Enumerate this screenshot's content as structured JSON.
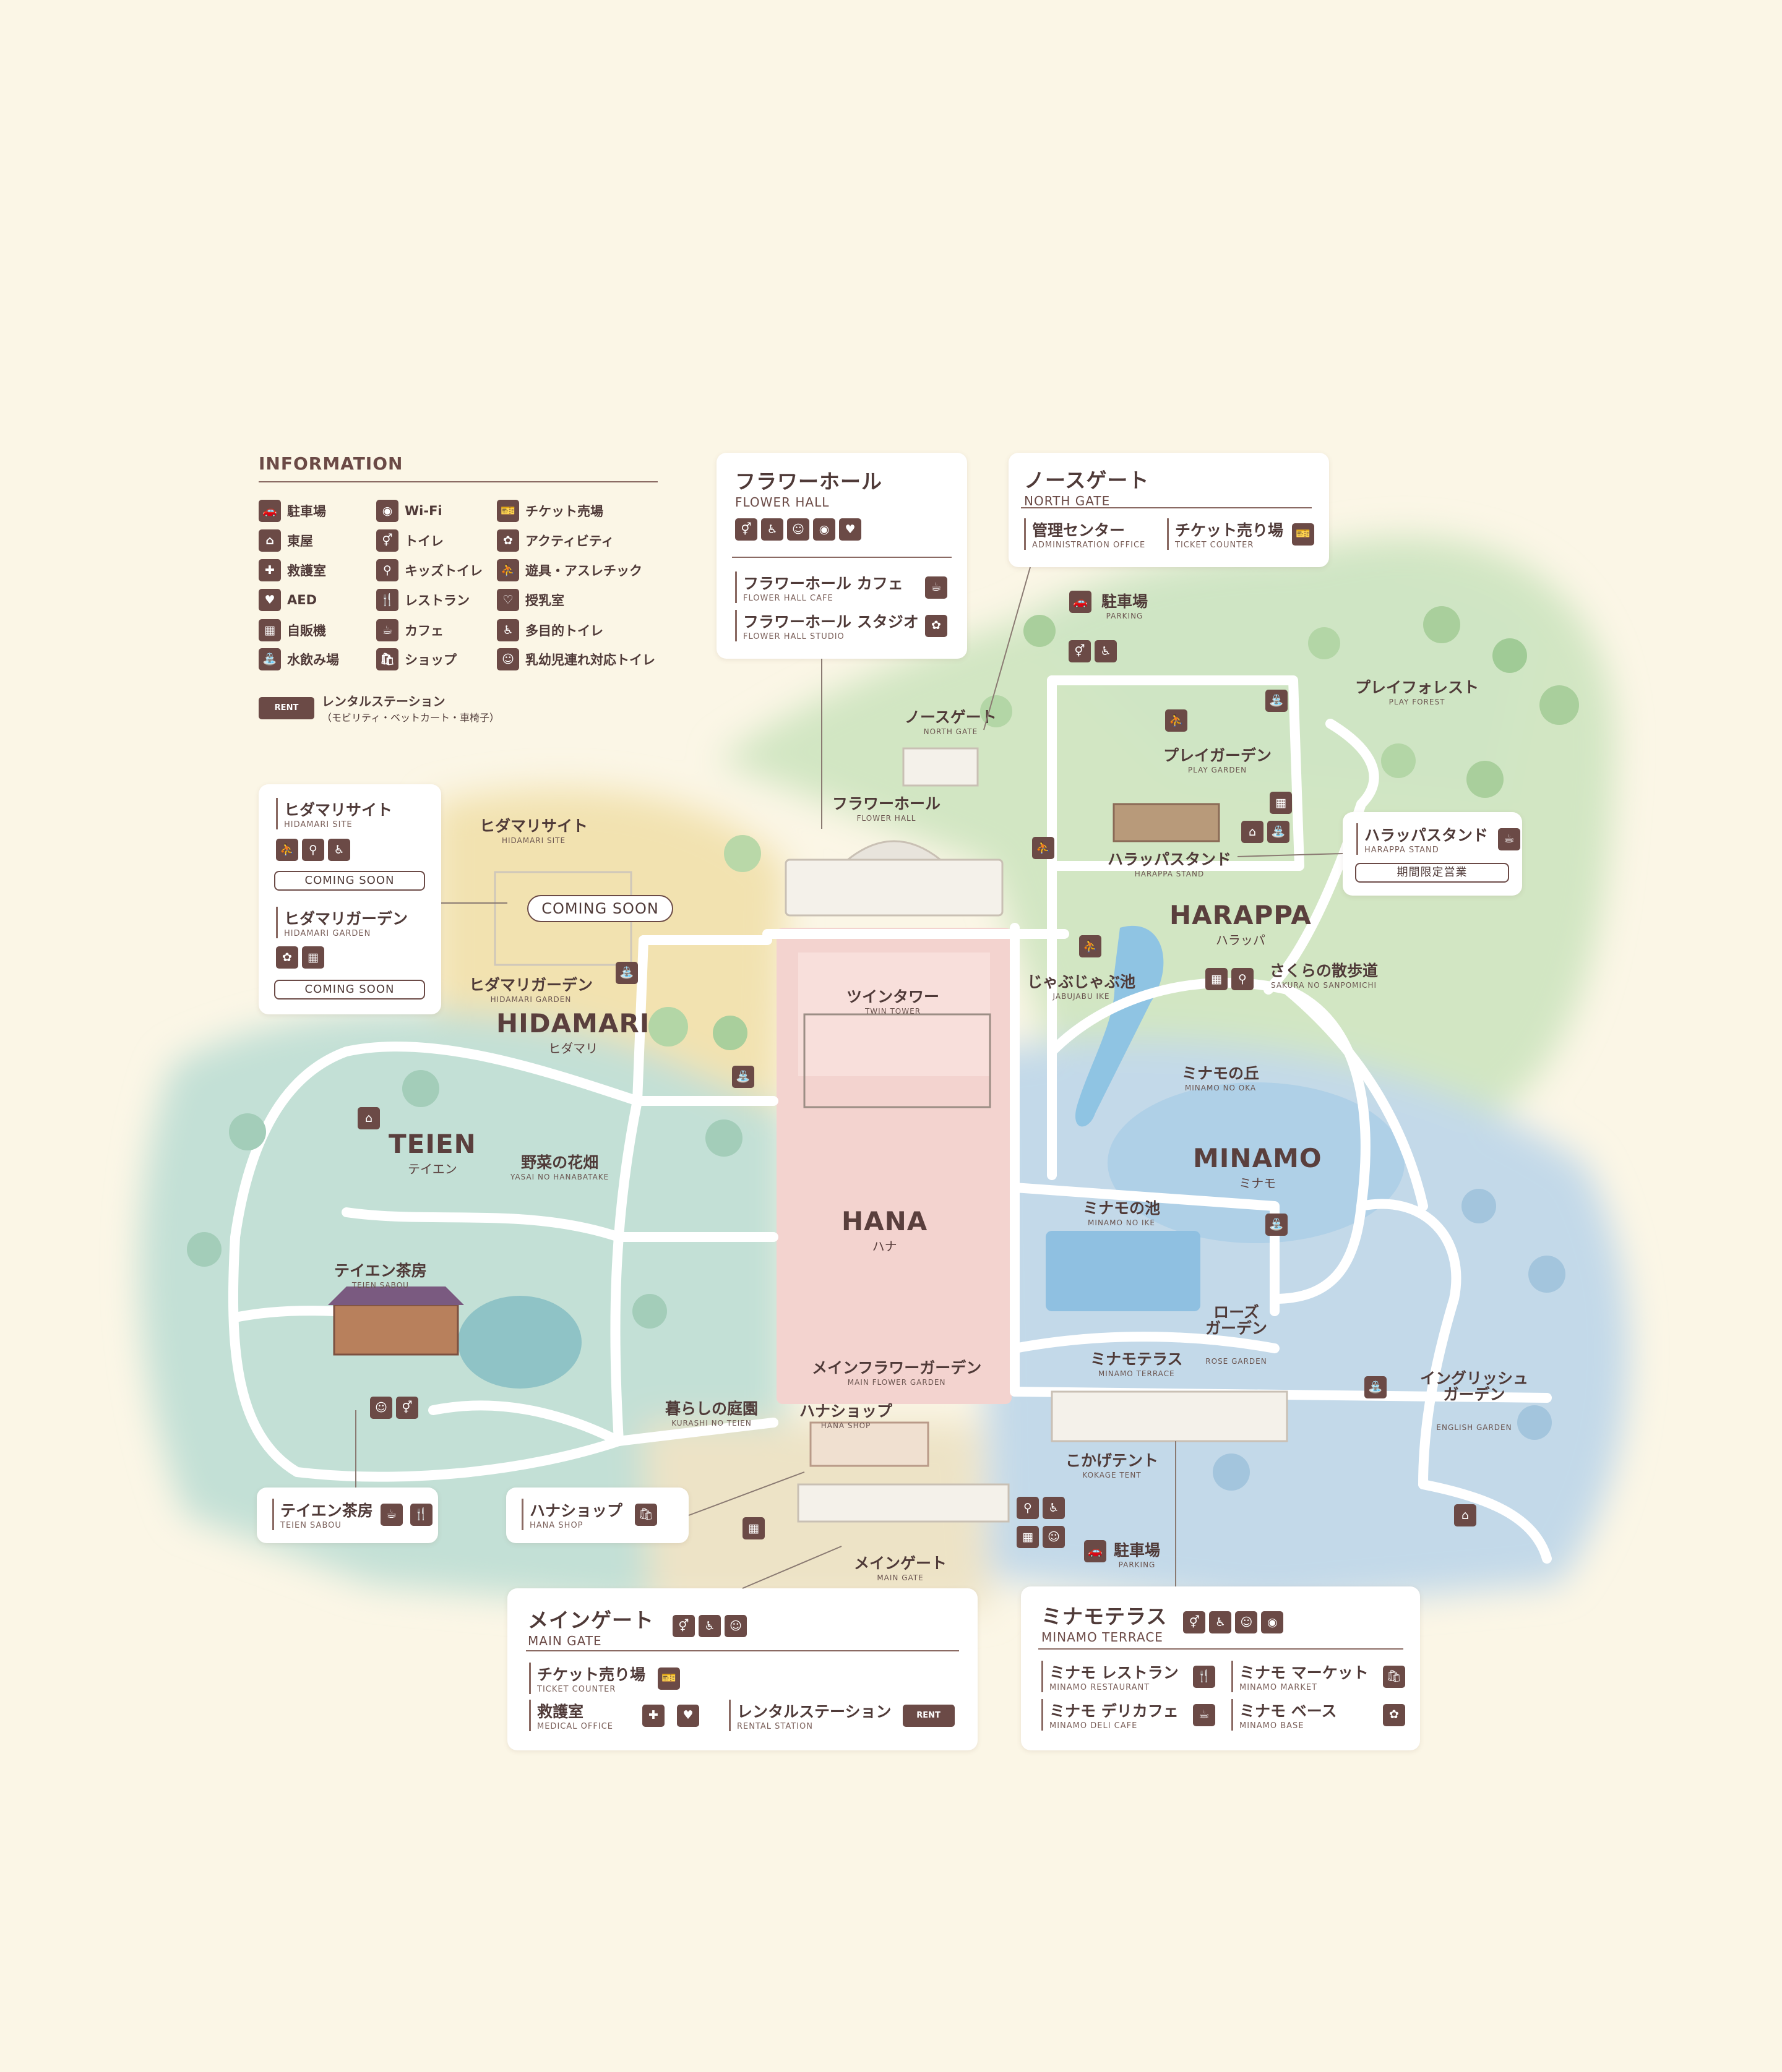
{
  "information": {
    "title": "INFORMATION",
    "items": [
      {
        "icon": "car-icon",
        "glyph": "🚗",
        "label": "駐車場"
      },
      {
        "icon": "arbor-icon",
        "glyph": "⌂",
        "label": "東屋"
      },
      {
        "icon": "first-aid-icon",
        "glyph": "✚",
        "label": "救護室"
      },
      {
        "icon": "aed-icon",
        "glyph": "♥",
        "label": "AED"
      },
      {
        "icon": "vending-machine-icon",
        "glyph": "▦",
        "label": "自販機"
      },
      {
        "icon": "water-fountain-icon",
        "glyph": "⛲",
        "label": "水飲み場"
      },
      {
        "icon": "wifi-icon",
        "glyph": "◉",
        "label": "Wi-Fi"
      },
      {
        "icon": "toilet-icon",
        "glyph": "⚥",
        "label": "トイレ"
      },
      {
        "icon": "kids-toilet-icon",
        "glyph": "⚲",
        "label": "キッズトイレ"
      },
      {
        "icon": "restaurant-icon",
        "glyph": "🍴",
        "label": "レストラン"
      },
      {
        "icon": "cafe-icon",
        "glyph": "☕",
        "label": "カフェ"
      },
      {
        "icon": "shop-icon",
        "glyph": "🛍",
        "label": "ショップ"
      },
      {
        "icon": "ticket-icon",
        "glyph": "🎫",
        "label": "チケット売場"
      },
      {
        "icon": "activity-icon",
        "glyph": "✿",
        "label": "アクティビティ"
      },
      {
        "icon": "playground-icon",
        "glyph": "⛹",
        "label": "遊具・アスレチック"
      },
      {
        "icon": "nursing-room-icon",
        "glyph": "♡",
        "label": "授乳室"
      },
      {
        "icon": "multipurpose-toilet-icon",
        "glyph": "♿",
        "label": "多目的トイレ"
      },
      {
        "icon": "baby-toilet-icon",
        "glyph": "☺",
        "label": "乳幼児連れ対応トイレ"
      }
    ],
    "rental": {
      "badge": "RENT",
      "label": "レンタルステーション",
      "note": "（モビリティ・ベットカート・車椅子）"
    }
  },
  "cards": {
    "flower_hall": {
      "title": "フラワーホール",
      "subtitle": "FLOWER HALL",
      "items": [
        {
          "jp": "フラワーホール カフェ",
          "en": "FLOWER HALL CAFE"
        },
        {
          "jp": "フラワーホール スタジオ",
          "en": "FLOWER HALL STUDIO"
        }
      ]
    },
    "north_gate": {
      "title": "ノースゲート",
      "subtitle": "NORTH GATE",
      "items": [
        {
          "jp": "管理センター",
          "en": "ADMINISTRATION OFFICE"
        },
        {
          "jp": "チケット売り場",
          "en": "TICKET COUNTER"
        }
      ]
    },
    "hidamari": {
      "site": {
        "jp": "ヒダマリサイト",
        "en": "HIDAMARI SITE",
        "status": "COMING SOON"
      },
      "garden": {
        "jp": "ヒダマリガーデン",
        "en": "HIDAMARI GARDEN",
        "status": "COMING SOON"
      }
    },
    "harappa_stand": {
      "jp": "ハラッパスタンド",
      "en": "HARAPPA STAND",
      "note": "期間限定営業"
    },
    "teien_sabou": {
      "jp": "テイエン茶房",
      "en": "TEIEN SABOU"
    },
    "hana_shop": {
      "jp": "ハナショップ",
      "en": "HANA SHOP"
    },
    "main_gate": {
      "title": "メインゲート",
      "subtitle": "MAIN GATE",
      "items": [
        {
          "jp": "チケット売り場",
          "en": "TICKET COUNTER"
        },
        {
          "jp": "救護室",
          "en": "MEDICAL OFFICE"
        },
        {
          "jp": "レンタルステーション",
          "en": "RENTAL STATION"
        }
      ]
    },
    "minamo_terrace": {
      "title": "ミナモテラス",
      "subtitle": "MINAMO TERRACE",
      "items": [
        {
          "jp": "ミナモ レストラン",
          "en": "MINAMO RESTAURANT"
        },
        {
          "jp": "ミナモ マーケット",
          "en": "MINAMO MARKET"
        },
        {
          "jp": "ミナモ デリカフェ",
          "en": "MINAMO DELI CAFE"
        },
        {
          "jp": "ミナモ ベース",
          "en": "MINAMO BASE"
        }
      ]
    }
  },
  "areas": {
    "hana": {
      "name": "HANA",
      "kana": "ハナ"
    },
    "harappa": {
      "name": "HARAPPA",
      "kana": "ハラッパ"
    },
    "hidamari": {
      "name": "HIDAMARI",
      "kana": "ヒダマリ"
    },
    "teien": {
      "name": "TEIEN",
      "kana": "テイエン"
    },
    "minamo": {
      "name": "MINAMO",
      "kana": "ミナモ"
    }
  },
  "places": {
    "flower_hall": {
      "jp": "フラワーホール",
      "en": "FLOWER HALL"
    },
    "north_gate": {
      "jp": "ノースゲート",
      "en": "NORTH GATE"
    },
    "parking_north": {
      "jp": "駐車場",
      "en": "PARKING"
    },
    "play_forest": {
      "jp": "プレイフォレスト",
      "en": "PLAY FOREST"
    },
    "play_garden": {
      "jp": "プレイガーデン",
      "en": "PLAY GARDEN"
    },
    "harappa_stand": {
      "jp": "ハラッパスタンド",
      "en": "HARAPPA STAND"
    },
    "jabujabu_ike": {
      "jp": "じゃぶじゃぶ池",
      "en": "JABUJABU IKE"
    },
    "sakura_sanpomichi": {
      "jp": "さくらの散歩道",
      "en": "SAKURA NO SANPOMICHI"
    },
    "minamo_oka": {
      "jp": "ミナモの丘",
      "en": "MINAMO NO OKA"
    },
    "hidamari_site": {
      "jp": "ヒダマリサイト",
      "en": "HIDAMARI SITE"
    },
    "hidamari_garden": {
      "jp": "ヒダマリガーデン",
      "en": "HIDAMARI GARDEN"
    },
    "twin_tower": {
      "jp": "ツインタワー",
      "en": "TWIN TOWER"
    },
    "yasai_hanabatake": {
      "jp": "野菜の花畑",
      "en": "YASAI NO HANABATAKE"
    },
    "teien_sabou": {
      "jp": "テイエン茶房",
      "en": "TEIEN SABOU"
    },
    "minamo_ike": {
      "jp": "ミナモの池",
      "en": "MINAMO NO IKE"
    },
    "rose_garden": {
      "jp": "ローズ\nガーデン",
      "en": "ROSE GARDEN"
    },
    "main_flower_garden": {
      "jp": "メインフラワーガーデン",
      "en": "MAIN FLOWER GARDEN"
    },
    "minamo_terrace": {
      "jp": "ミナモテラス",
      "en": "MINAMO TERRACE"
    },
    "english_garden": {
      "jp": "イングリッシュ\nガーデン",
      "en": "ENGLISH GARDEN"
    },
    "kurashi_teien": {
      "jp": "暮らしの庭園",
      "en": "KURASHI NO TEIEN"
    },
    "hana_shop": {
      "jp": "ハナショップ",
      "en": "HANA SHOP"
    },
    "kokage_tent": {
      "jp": "こかげテント",
      "en": "KOKAGE TENT"
    },
    "main_gate": {
      "jp": "メインゲート",
      "en": "MAIN GATE"
    },
    "parking_south": {
      "jp": "駐車場",
      "en": "PARKING"
    }
  },
  "coming_soon_label": "COMING SOON",
  "colors": {
    "background": "#fbf6e6",
    "icon_brown": "#6b4a46",
    "hana_pink": "#f3d3cf",
    "harappa_green": "#cfe3c0",
    "hidamari_yellow": "#f3e3b3",
    "teien_teal": "#c5e2d8",
    "minamo_blue": "#c6dcea",
    "path_white": "#ffffff"
  }
}
